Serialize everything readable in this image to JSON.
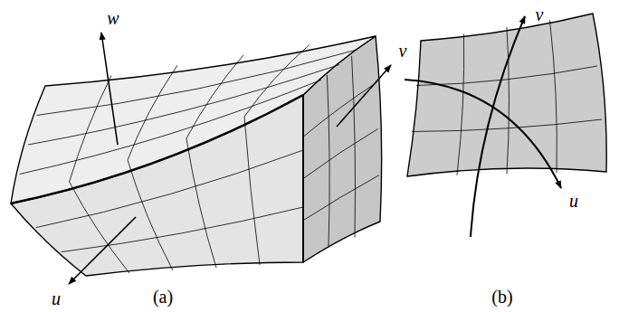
{
  "diagram": {
    "labels": [
      "w",
      "v",
      "u",
      "(a)",
      "v",
      "u",
      "(b)"
    ]
  }
}
